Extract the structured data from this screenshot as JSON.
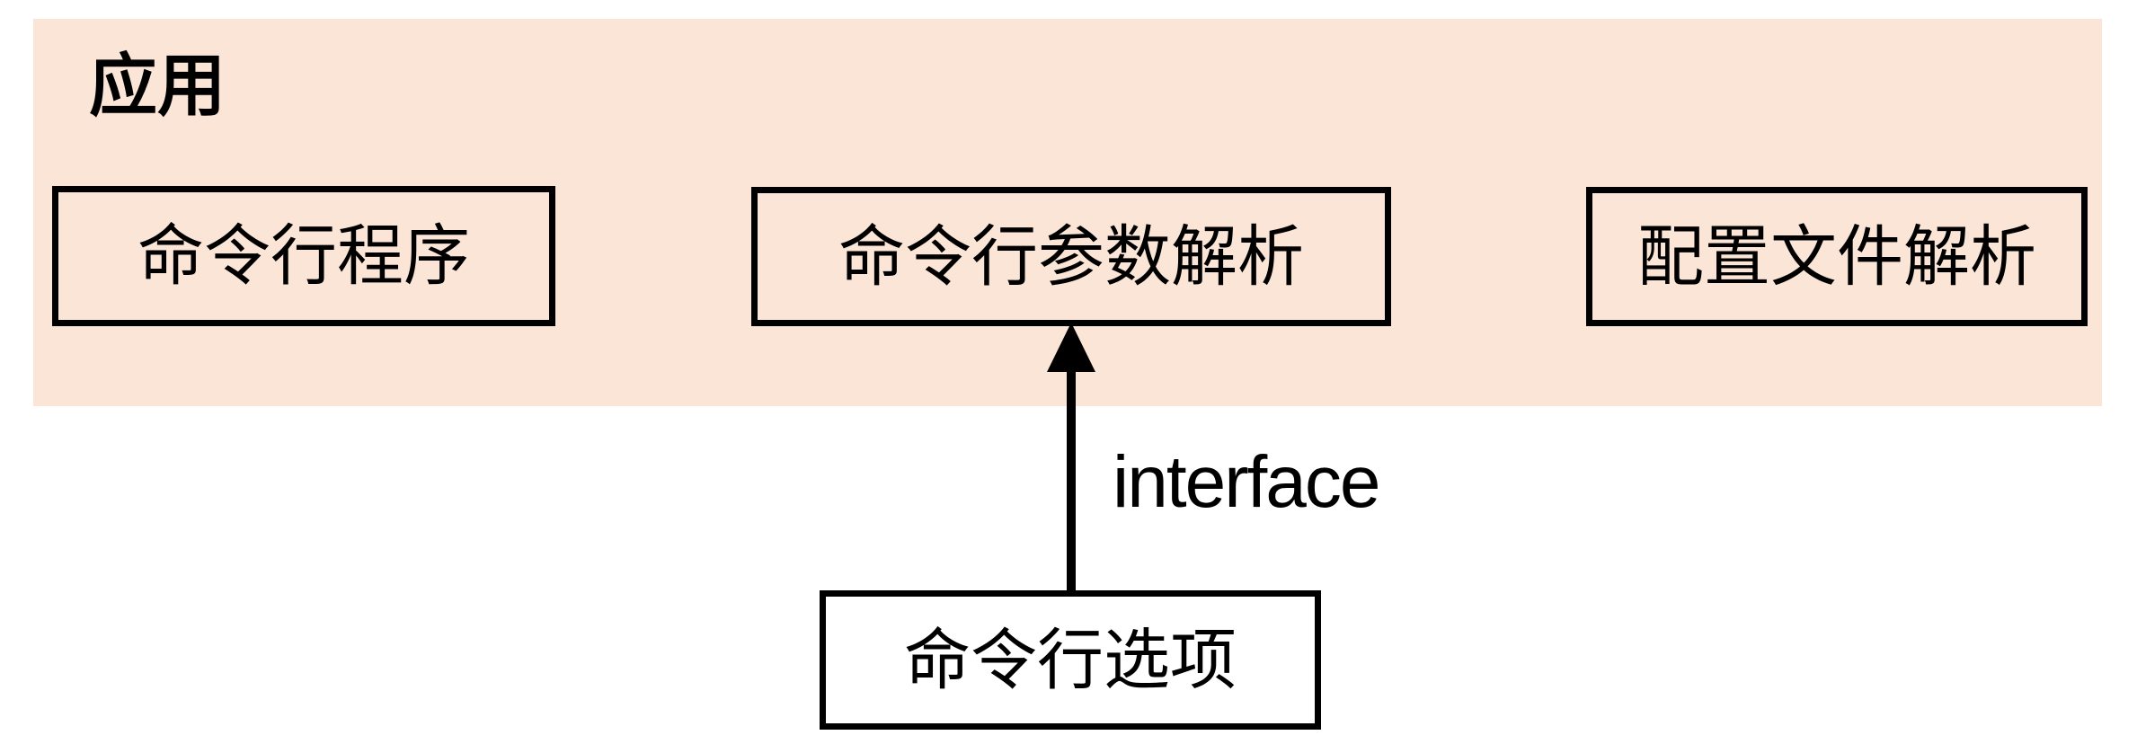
{
  "diagram": {
    "panel": {
      "title": "应用",
      "boxes": [
        {
          "label": "命令行程序"
        },
        {
          "label": "命令行参数解析"
        },
        {
          "label": "配置文件解析"
        }
      ]
    },
    "external_box": {
      "label": "命令行选项"
    },
    "arrow": {
      "label": "interface",
      "from": "命令行选项",
      "to": "命令行参数解析",
      "direction": "up"
    },
    "colors": {
      "panel_background": "#fbe5d6",
      "box_border": "#000000",
      "text": "#000000",
      "page_background": "#ffffff"
    }
  }
}
